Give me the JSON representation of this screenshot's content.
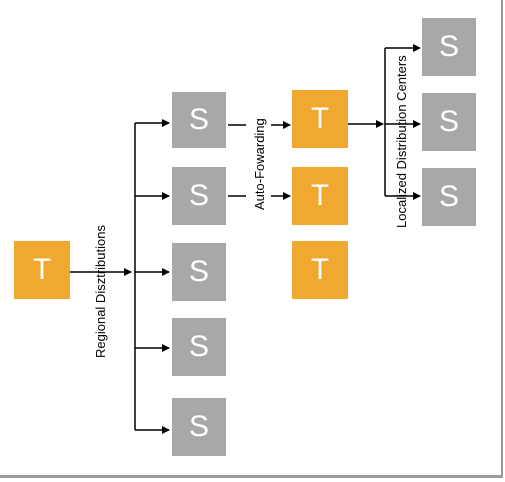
{
  "diagram": {
    "root": {
      "letter": "T",
      "color": "#f0a830"
    },
    "regional_label": "Regional Disztributions",
    "regional_nodes": [
      "S",
      "S",
      "S",
      "S",
      "S"
    ],
    "forwarding_label": "Auto-Fowarding",
    "forwarded_nodes": [
      "T",
      "T",
      "T"
    ],
    "local_label": "Localized Distribution Centers",
    "local_nodes": [
      "S",
      "S",
      "S"
    ],
    "colors": {
      "transit": "#f0a830",
      "station": "#a8a8a8",
      "line": "#000000"
    }
  }
}
